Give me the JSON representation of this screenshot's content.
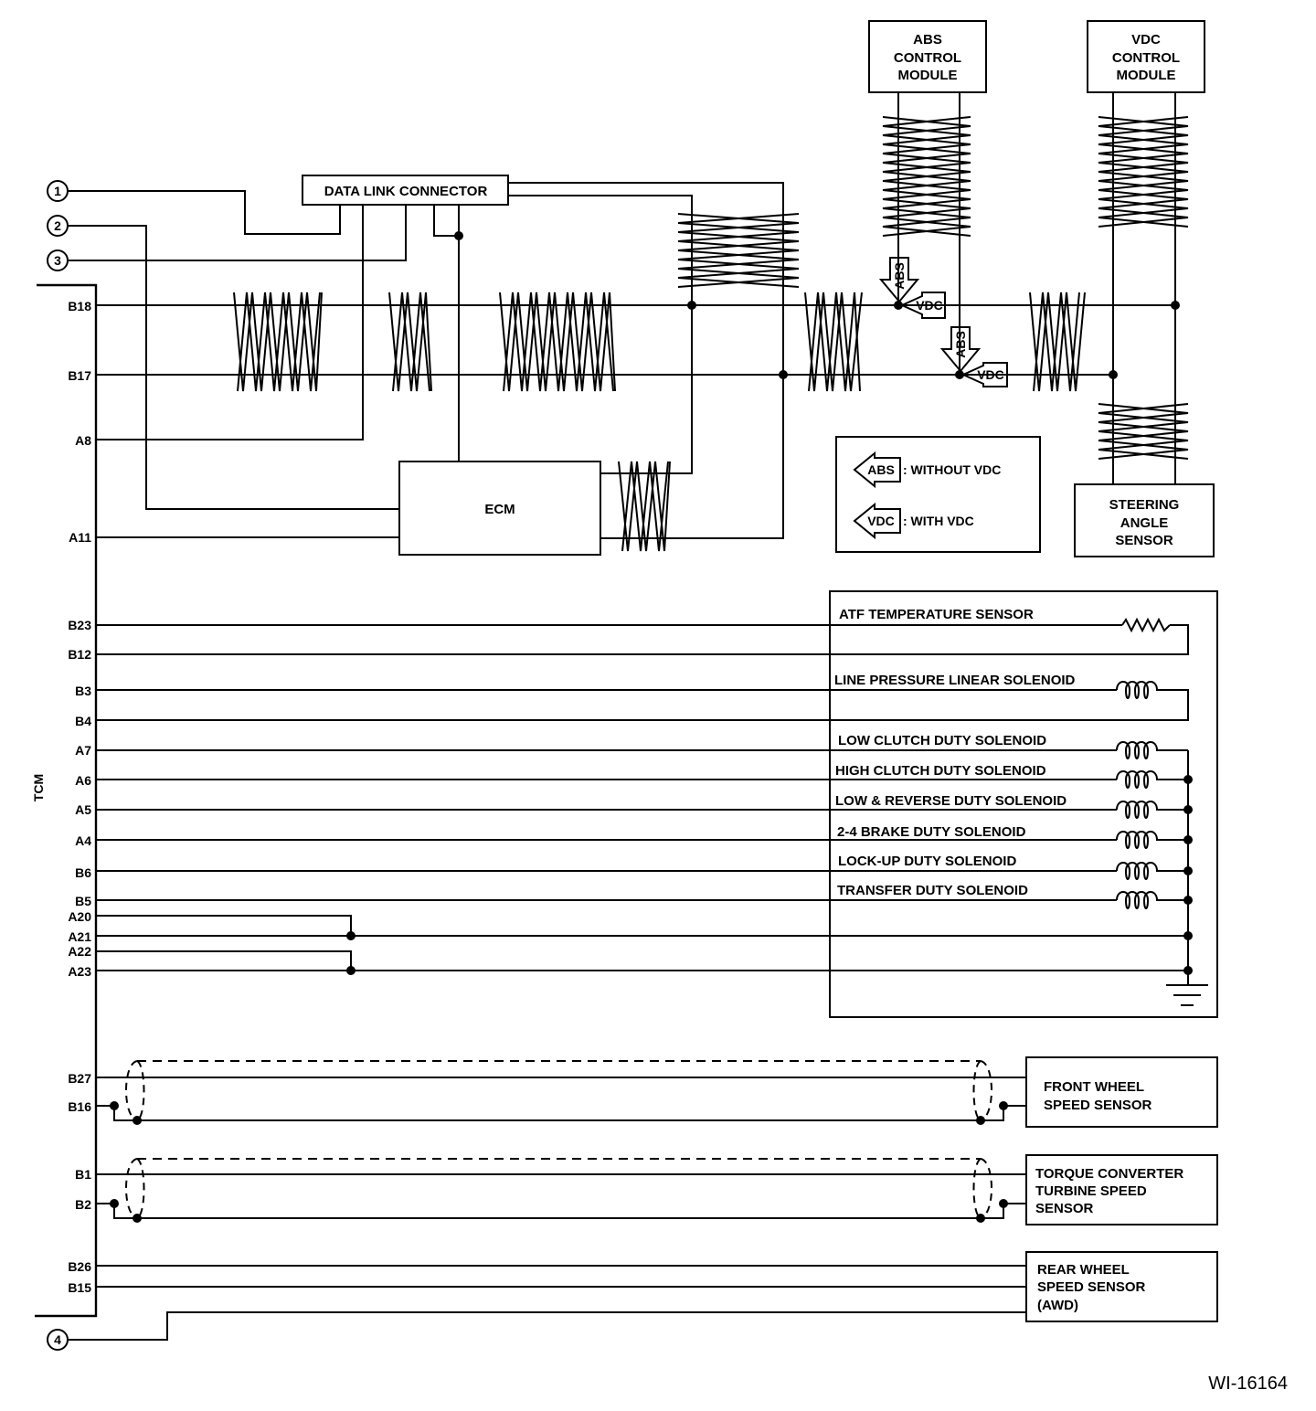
{
  "diagram": {
    "figure_id": "WI-16164",
    "tcm_label": "TCM",
    "circle_refs": [
      "1",
      "2",
      "3",
      "4"
    ],
    "pin_labels": [
      "B18",
      "B17",
      "A8",
      "A11",
      "B23",
      "B12",
      "B3",
      "B4",
      "A7",
      "A6",
      "A5",
      "A4",
      "B6",
      "B5",
      "A20",
      "A21",
      "A22",
      "A23",
      "B27",
      "B16",
      "B1",
      "B2",
      "B26",
      "B15"
    ],
    "data_link_connector": "DATA LINK CONNECTOR",
    "ecm": "ECM",
    "abs_module": [
      "ABS",
      "CONTROL",
      "MODULE"
    ],
    "vdc_module": [
      "VDC",
      "CONTROL",
      "MODULE"
    ],
    "steering_sensor": [
      "STEERING",
      "ANGLE",
      "SENSOR"
    ],
    "legend": {
      "abs_tag": "ABS",
      "abs_text": ": WITHOUT VDC",
      "vdc_tag": "VDC",
      "vdc_text": ": WITH VDC"
    },
    "transmission_components": [
      "ATF TEMPERATURE SENSOR",
      "LINE PRESSURE LINEAR SOLENOID",
      "LOW CLUTCH DUTY SOLENOID",
      "HIGH CLUTCH DUTY SOLENOID",
      "LOW & REVERSE DUTY SOLENOID",
      "2-4 BRAKE DUTY SOLENOID",
      "LOCK-UP DUTY SOLENOID",
      "TRANSFER DUTY SOLENOID"
    ],
    "front_wheel_sensor": [
      "FRONT WHEEL",
      "SPEED SENSOR"
    ],
    "turbine_sensor": [
      "TORQUE CONVERTER",
      "TURBINE SPEED",
      "SENSOR"
    ],
    "rear_wheel_sensor": [
      "REAR WHEEL",
      "SPEED SENSOR",
      "(AWD)"
    ]
  }
}
